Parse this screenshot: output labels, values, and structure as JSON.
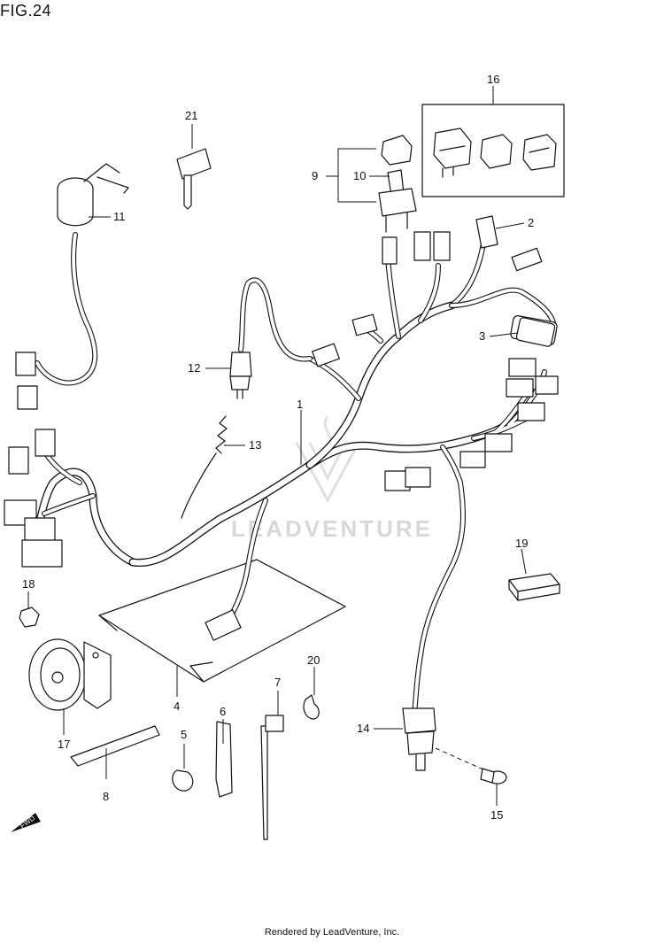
{
  "figure": {
    "title": "FIG.24"
  },
  "watermark": "LEADVENTURE",
  "footer": "Rendered by LeadVenture, Inc.",
  "callouts": [
    {
      "id": "c1",
      "text": "1"
    },
    {
      "id": "c2",
      "text": "2"
    },
    {
      "id": "c3",
      "text": "3"
    },
    {
      "id": "c4",
      "text": "4"
    },
    {
      "id": "c5",
      "text": "5"
    },
    {
      "id": "c6",
      "text": "6"
    },
    {
      "id": "c7",
      "text": "7"
    },
    {
      "id": "c8",
      "text": "8"
    },
    {
      "id": "c9",
      "text": "9"
    },
    {
      "id": "c10",
      "text": "10"
    },
    {
      "id": "c11",
      "text": "11"
    },
    {
      "id": "c12",
      "text": "12"
    },
    {
      "id": "c13",
      "text": "13"
    },
    {
      "id": "c14",
      "text": "14"
    },
    {
      "id": "c15",
      "text": "15"
    },
    {
      "id": "c16",
      "text": "16"
    },
    {
      "id": "c17",
      "text": "17"
    },
    {
      "id": "c18",
      "text": "18"
    },
    {
      "id": "c19",
      "text": "19"
    },
    {
      "id": "c20",
      "text": "20"
    },
    {
      "id": "c21",
      "text": "21"
    }
  ],
  "fwd_label": "FWD"
}
